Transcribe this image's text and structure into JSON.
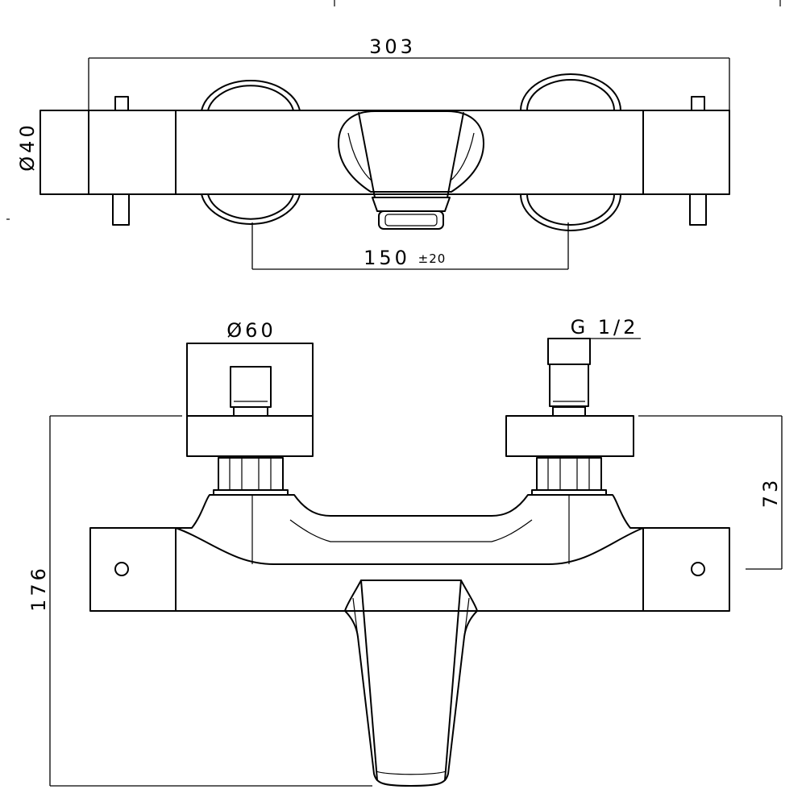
{
  "dimensions": {
    "width_overall": "303",
    "body_diameter": "Ø40",
    "center_distance": "150",
    "center_tolerance": "±20",
    "handle_diameter": "Ø60",
    "connection_thread": "G 1/2",
    "depth_to_outlet": "73",
    "height_overall": "176"
  }
}
